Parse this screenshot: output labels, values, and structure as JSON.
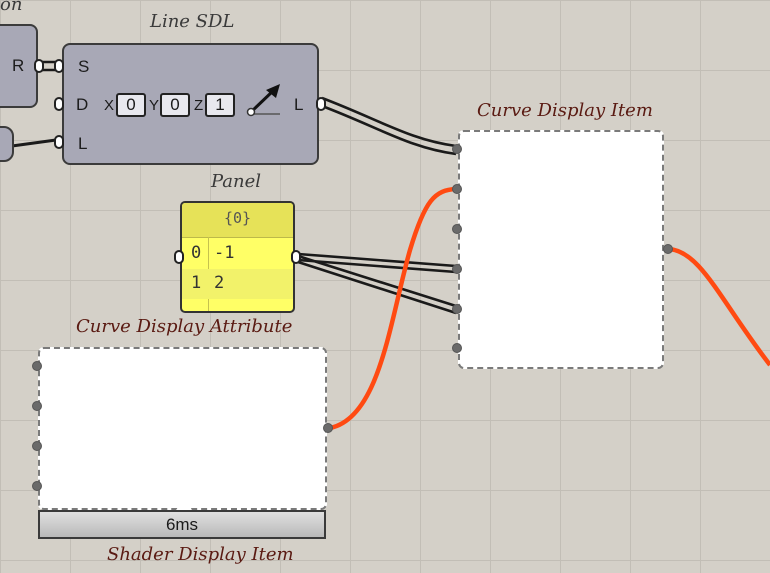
{
  "partial_component": {
    "title_fragment": "on",
    "port_R": "R"
  },
  "line_sdl": {
    "title": "Line SDL",
    "inputs": [
      "S",
      "D",
      "L"
    ],
    "output": "L",
    "x_label": "X",
    "x_value": "0",
    "y_label": "Y",
    "y_value": "0",
    "z_label": "Z",
    "z_value": "1"
  },
  "panel": {
    "title": "Panel",
    "header": "{0}",
    "rows": [
      {
        "index": "0",
        "value": "-1"
      },
      {
        "index": "1",
        "value": "2"
      }
    ]
  },
  "curve_display_item": {
    "title": "Curve Display Item"
  },
  "curve_display_attribute": {
    "title": "Curve Display Attribute"
  },
  "shader_display_item": {
    "title": "Shader Display Item",
    "timer": "6ms"
  },
  "colors": {
    "canvas": "#d4d0c8",
    "grid": "#c2beb6",
    "wire_selected": "#ff4a12",
    "wire_default": "#1a1a1a",
    "panel_fill": "#ffff66",
    "component_fill": "#a8a8b6"
  }
}
